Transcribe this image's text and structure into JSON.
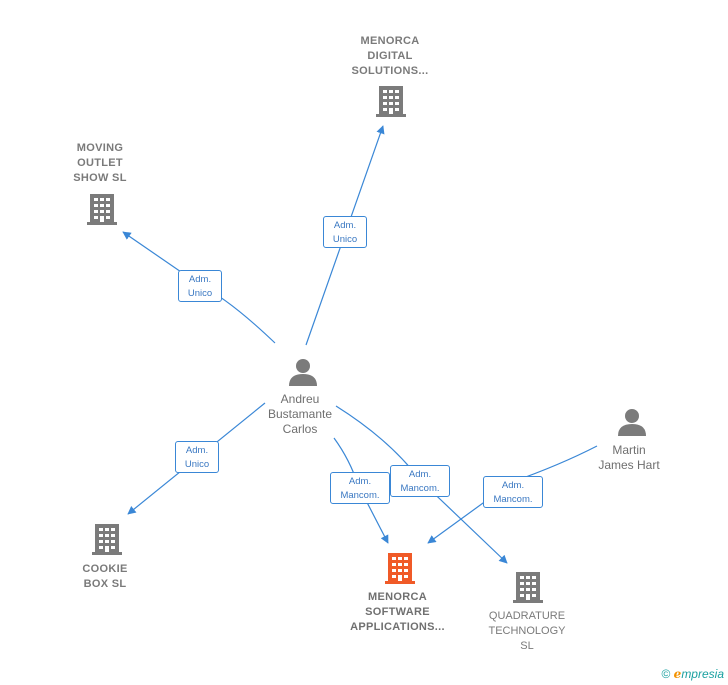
{
  "colors": {
    "edge": "#3a87d6",
    "building": "#7b7b7b",
    "building_main": "#f05a28",
    "person": "#7b7b7b"
  },
  "nodes": {
    "menorca_digital": {
      "lines": [
        "MENORCA",
        "DIGITAL",
        "SOLUTIONS..."
      ],
      "icon": "building-icon"
    },
    "moving_outlet": {
      "lines": [
        "MOVING",
        "OUTLET",
        "SHOW SL"
      ],
      "icon": "building-icon"
    },
    "andreu": {
      "lines": [
        "Andreu",
        "Bustamante",
        "Carlos"
      ],
      "icon": "person-icon"
    },
    "martin": {
      "lines": [
        "Martin",
        "James Hart"
      ],
      "icon": "person-icon"
    },
    "cookie_box": {
      "lines": [
        "COOKIE",
        "BOX SL"
      ],
      "icon": "building-icon"
    },
    "menorca_software": {
      "lines": [
        "MENORCA",
        "SOFTWARE",
        "APPLICATIONS..."
      ],
      "icon": "building-icon"
    },
    "quadrature": {
      "lines": [
        "QUADRATURE",
        "TECHNOLOGY",
        "SL"
      ],
      "icon": "building-icon"
    }
  },
  "edges": {
    "e1": {
      "lines": [
        "Adm.",
        "Unico"
      ]
    },
    "e2": {
      "lines": [
        "Adm.",
        "Unico"
      ]
    },
    "e3": {
      "lines": [
        "Adm.",
        "Unico"
      ]
    },
    "e4": {
      "lines": [
        "Adm.",
        "Mancom."
      ]
    },
    "e5": {
      "lines": [
        "Adm.",
        "Mancom."
      ]
    },
    "e6": {
      "lines": [
        "Adm.",
        "Mancom."
      ]
    }
  },
  "watermark": {
    "copyright": "©",
    "brand_initial": "e",
    "brand_rest": "mpresia"
  }
}
